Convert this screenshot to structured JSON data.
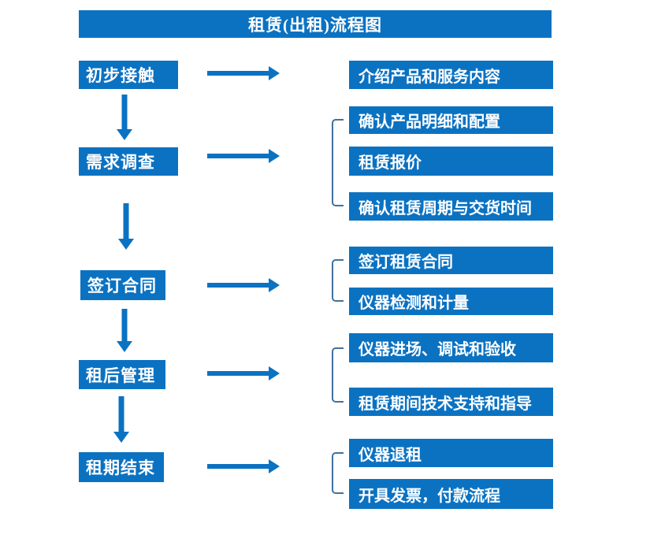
{
  "title": "租赁(出租)流程图",
  "colors": {
    "primary": "#0b72c2",
    "bracket": "#41719C",
    "box_text": "#ffffff",
    "background": "#ffffff"
  },
  "stages": [
    {
      "label": "初步接触",
      "outputs": [
        "介绍产品和服务内容"
      ]
    },
    {
      "label": "需求调查",
      "outputs": [
        "确认产品明细和配置",
        "租赁报价",
        "确认租赁周期与交货时间"
      ]
    },
    {
      "label": "签订合同",
      "outputs": [
        "签订租赁合同",
        "仪器检测和计量"
      ]
    },
    {
      "label": "租后管理",
      "outputs": [
        "仪器进场、调试和验收",
        "租赁期间技术支持和指导"
      ]
    },
    {
      "label": "租期结束",
      "outputs": [
        "仪器退租",
        "开具发票，付款流程"
      ]
    }
  ]
}
